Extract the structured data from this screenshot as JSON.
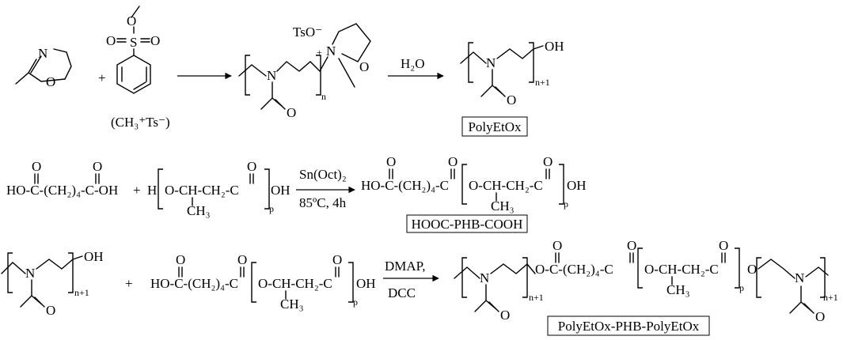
{
  "atoms": {
    "N": "N",
    "O": "O",
    "S": "S",
    "H": "H",
    "OH": "OH",
    "H2O": "H₂O"
  },
  "counterion": "TsO⁻",
  "plus_sign": "+",
  "charge": "+",
  "initiator_label": "(CH₃⁺Ts⁻)",
  "ho_c": "HO-C-",
  "ch2_4": "(CH₂)₄",
  "c_oh": "-C-OH",
  "dash_c": "-C",
  "h_prefix": "H",
  "o_ch_ch2_c": "O-CH-CH₂-C",
  "ch3": "CH₃",
  "oc_ch2_4_c": "O-C-(CH₂)₄-C",
  "subscripts": {
    "n": "n",
    "n1": "n+1",
    "p": "p"
  },
  "reaction1": {
    "product_label": "PolyEtOx"
  },
  "reaction2": {
    "catalyst": "Sn(Oct)₂",
    "conditions": "85ºC, 4h",
    "product_label": "HOOC-PHB-COOH"
  },
  "reaction3": {
    "reagent_top": "DMAP,",
    "reagent_bottom": "DCC",
    "product_label": "PolyEtOx-PHB-PolyEtOx"
  }
}
